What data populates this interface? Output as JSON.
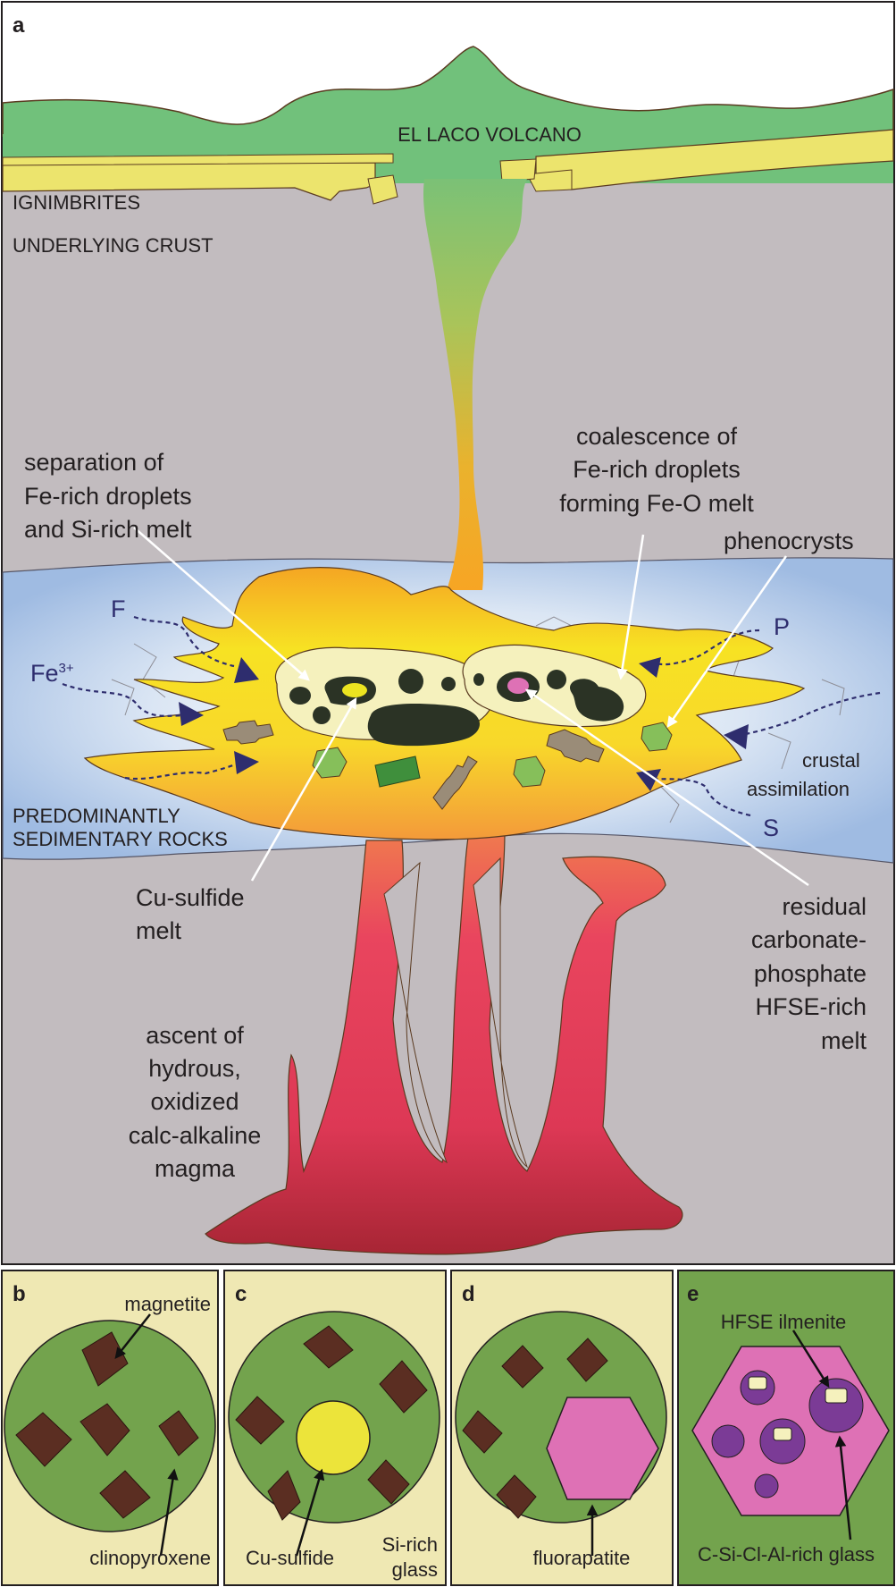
{
  "panel_a": {
    "letter": "a",
    "labels": {
      "volcano": "EL LACO VOLCANO",
      "ignimbrites": "IGNIMBRITES",
      "underlying_crust": "UNDERLYING CRUST",
      "sedimentary_1": "PREDOMINANTLY",
      "sedimentary_2": "SEDIMENTARY ROCKS",
      "separation_1": "separation of",
      "separation_2": "Fe-rich droplets",
      "separation_3": "and Si-rich melt",
      "coalescence_1": "coalescence of",
      "coalescence_2": "Fe-rich droplets",
      "coalescence_3": "forming Fe-O melt",
      "phenocrysts": "phenocrysts",
      "crustal_1": "crustal",
      "crustal_2": "assimilation",
      "cu_sulfide_1": "Cu-sulfide",
      "cu_sulfide_2": "melt",
      "residual_1": "residual",
      "residual_2": "carbonate-",
      "residual_3": "phosphate",
      "residual_4": "HFSE-rich",
      "residual_5": "melt",
      "ascent_1": "ascent of",
      "ascent_2": "hydrous,",
      "ascent_3": "oxidized",
      "ascent_4": "calc-alkaline",
      "ascent_5": "magma",
      "elem_f": "F",
      "elem_fe": "Fe",
      "elem_fe_sup": "3+",
      "elem_p": "P",
      "elem_s": "S"
    }
  },
  "panel_b": {
    "letter": "b",
    "magnetite": "magnetite",
    "clinopyroxene": "clinopyroxene"
  },
  "panel_c": {
    "letter": "c",
    "cu_sulfide": "Cu-sulfide",
    "si_rich_1": "Si-rich",
    "si_rich_2": "glass"
  },
  "panel_d": {
    "letter": "d",
    "fluorapatite": "fluorapatite"
  },
  "panel_e": {
    "letter": "e",
    "hfse_ilmenite": "HFSE ilmenite",
    "glass": "C-Si-Cl-Al-rich glass"
  },
  "colors": {
    "crust": "#c2bcbf",
    "volcano": "#71c17b",
    "ignimbrite": "#ece46d",
    "sediment": "#a3bde3",
    "magma_yellow": "#f9e223",
    "magma_red": "#e03d5c",
    "droplet_pale": "#f5f1bd",
    "fe_oxide": "#2b3325",
    "phenocryst_green": "#86bf5a",
    "crystal_brown": "#9a8c78",
    "arrow_navy": "#2e2d6e",
    "panel_bg": "#efe8b3",
    "clinopyroxene": "#73a34d",
    "magnetite": "#5b2e22",
    "fluorapatite": "#de71b5",
    "glass_purple": "#7b3b96"
  }
}
